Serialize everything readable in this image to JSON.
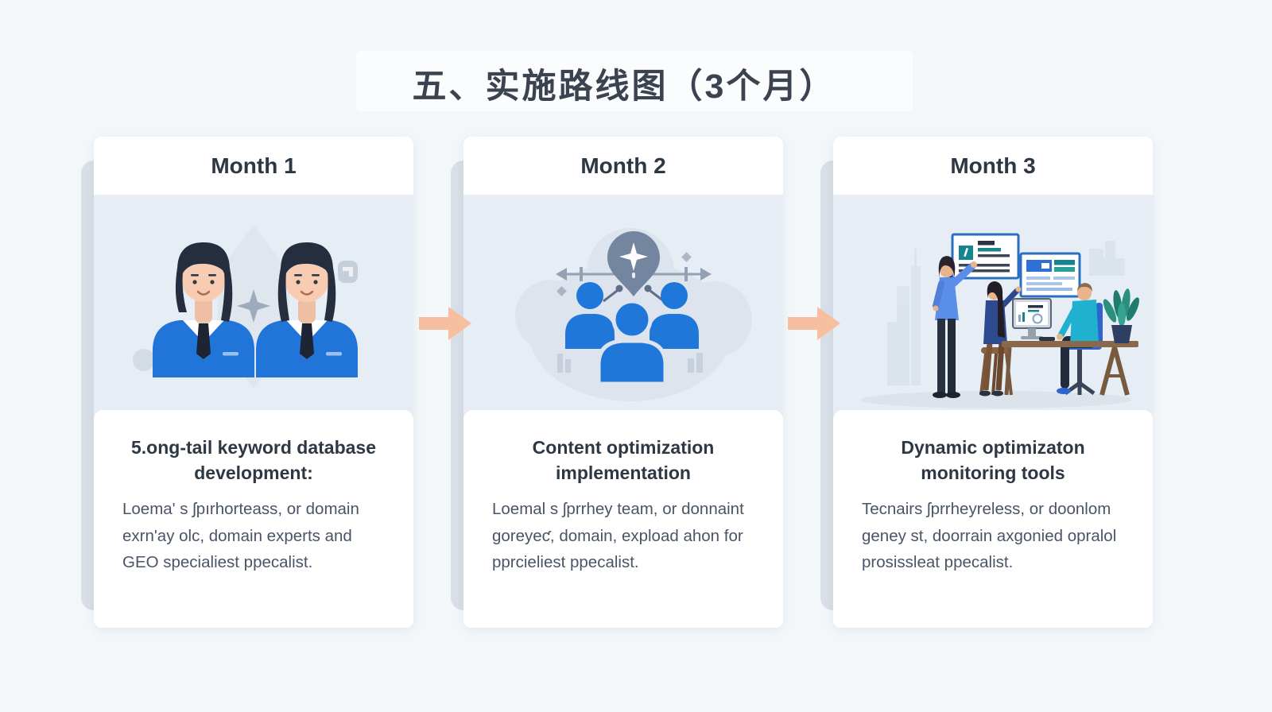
{
  "page": {
    "title": "五、实施路线图（3个月）"
  },
  "colors": {
    "background": "#f3f7fa",
    "card_background": "#ffffff",
    "illustration_background": "#e7edf4",
    "card_back_strip": "#d9dfe6",
    "arrow_accent": "#f7bf9f",
    "person_blue": "#1f78d9",
    "heading_text": "#2e3744",
    "body_text": "#4a5468"
  },
  "icons": [
    "arrow-right-icon",
    "star-icon",
    "location-pin-icon",
    "note-icon",
    "person-icon",
    "presentation-board",
    "dashboard-screen",
    "desktop-monitor",
    "potted-plant"
  ],
  "cards": [
    {
      "header": "Month 1",
      "illustration": "two-analysts",
      "heading": "5.ong-tail keyword database development:",
      "body": "Loema' s ʃpırhorteass, or domain exrn'ay olc, domain experts and GEO specialiest ppecalist."
    },
    {
      "header": "Month 2",
      "illustration": "team-location-pin",
      "heading": "Content optimization implementation",
      "body": "Loemal s ʃprrhey team, or donnaint goreyeƈ, domain, expload ahon for pprcieliest ppecalist."
    },
    {
      "header": "Month 3",
      "illustration": "monitoring-team",
      "heading": "Dynamic optimizaton monitoring tools",
      "body": "Tecnairs ʃprrheyreless, or doonlom geney st, doorrain axgonied opralol prosissleat ppecalist."
    }
  ]
}
